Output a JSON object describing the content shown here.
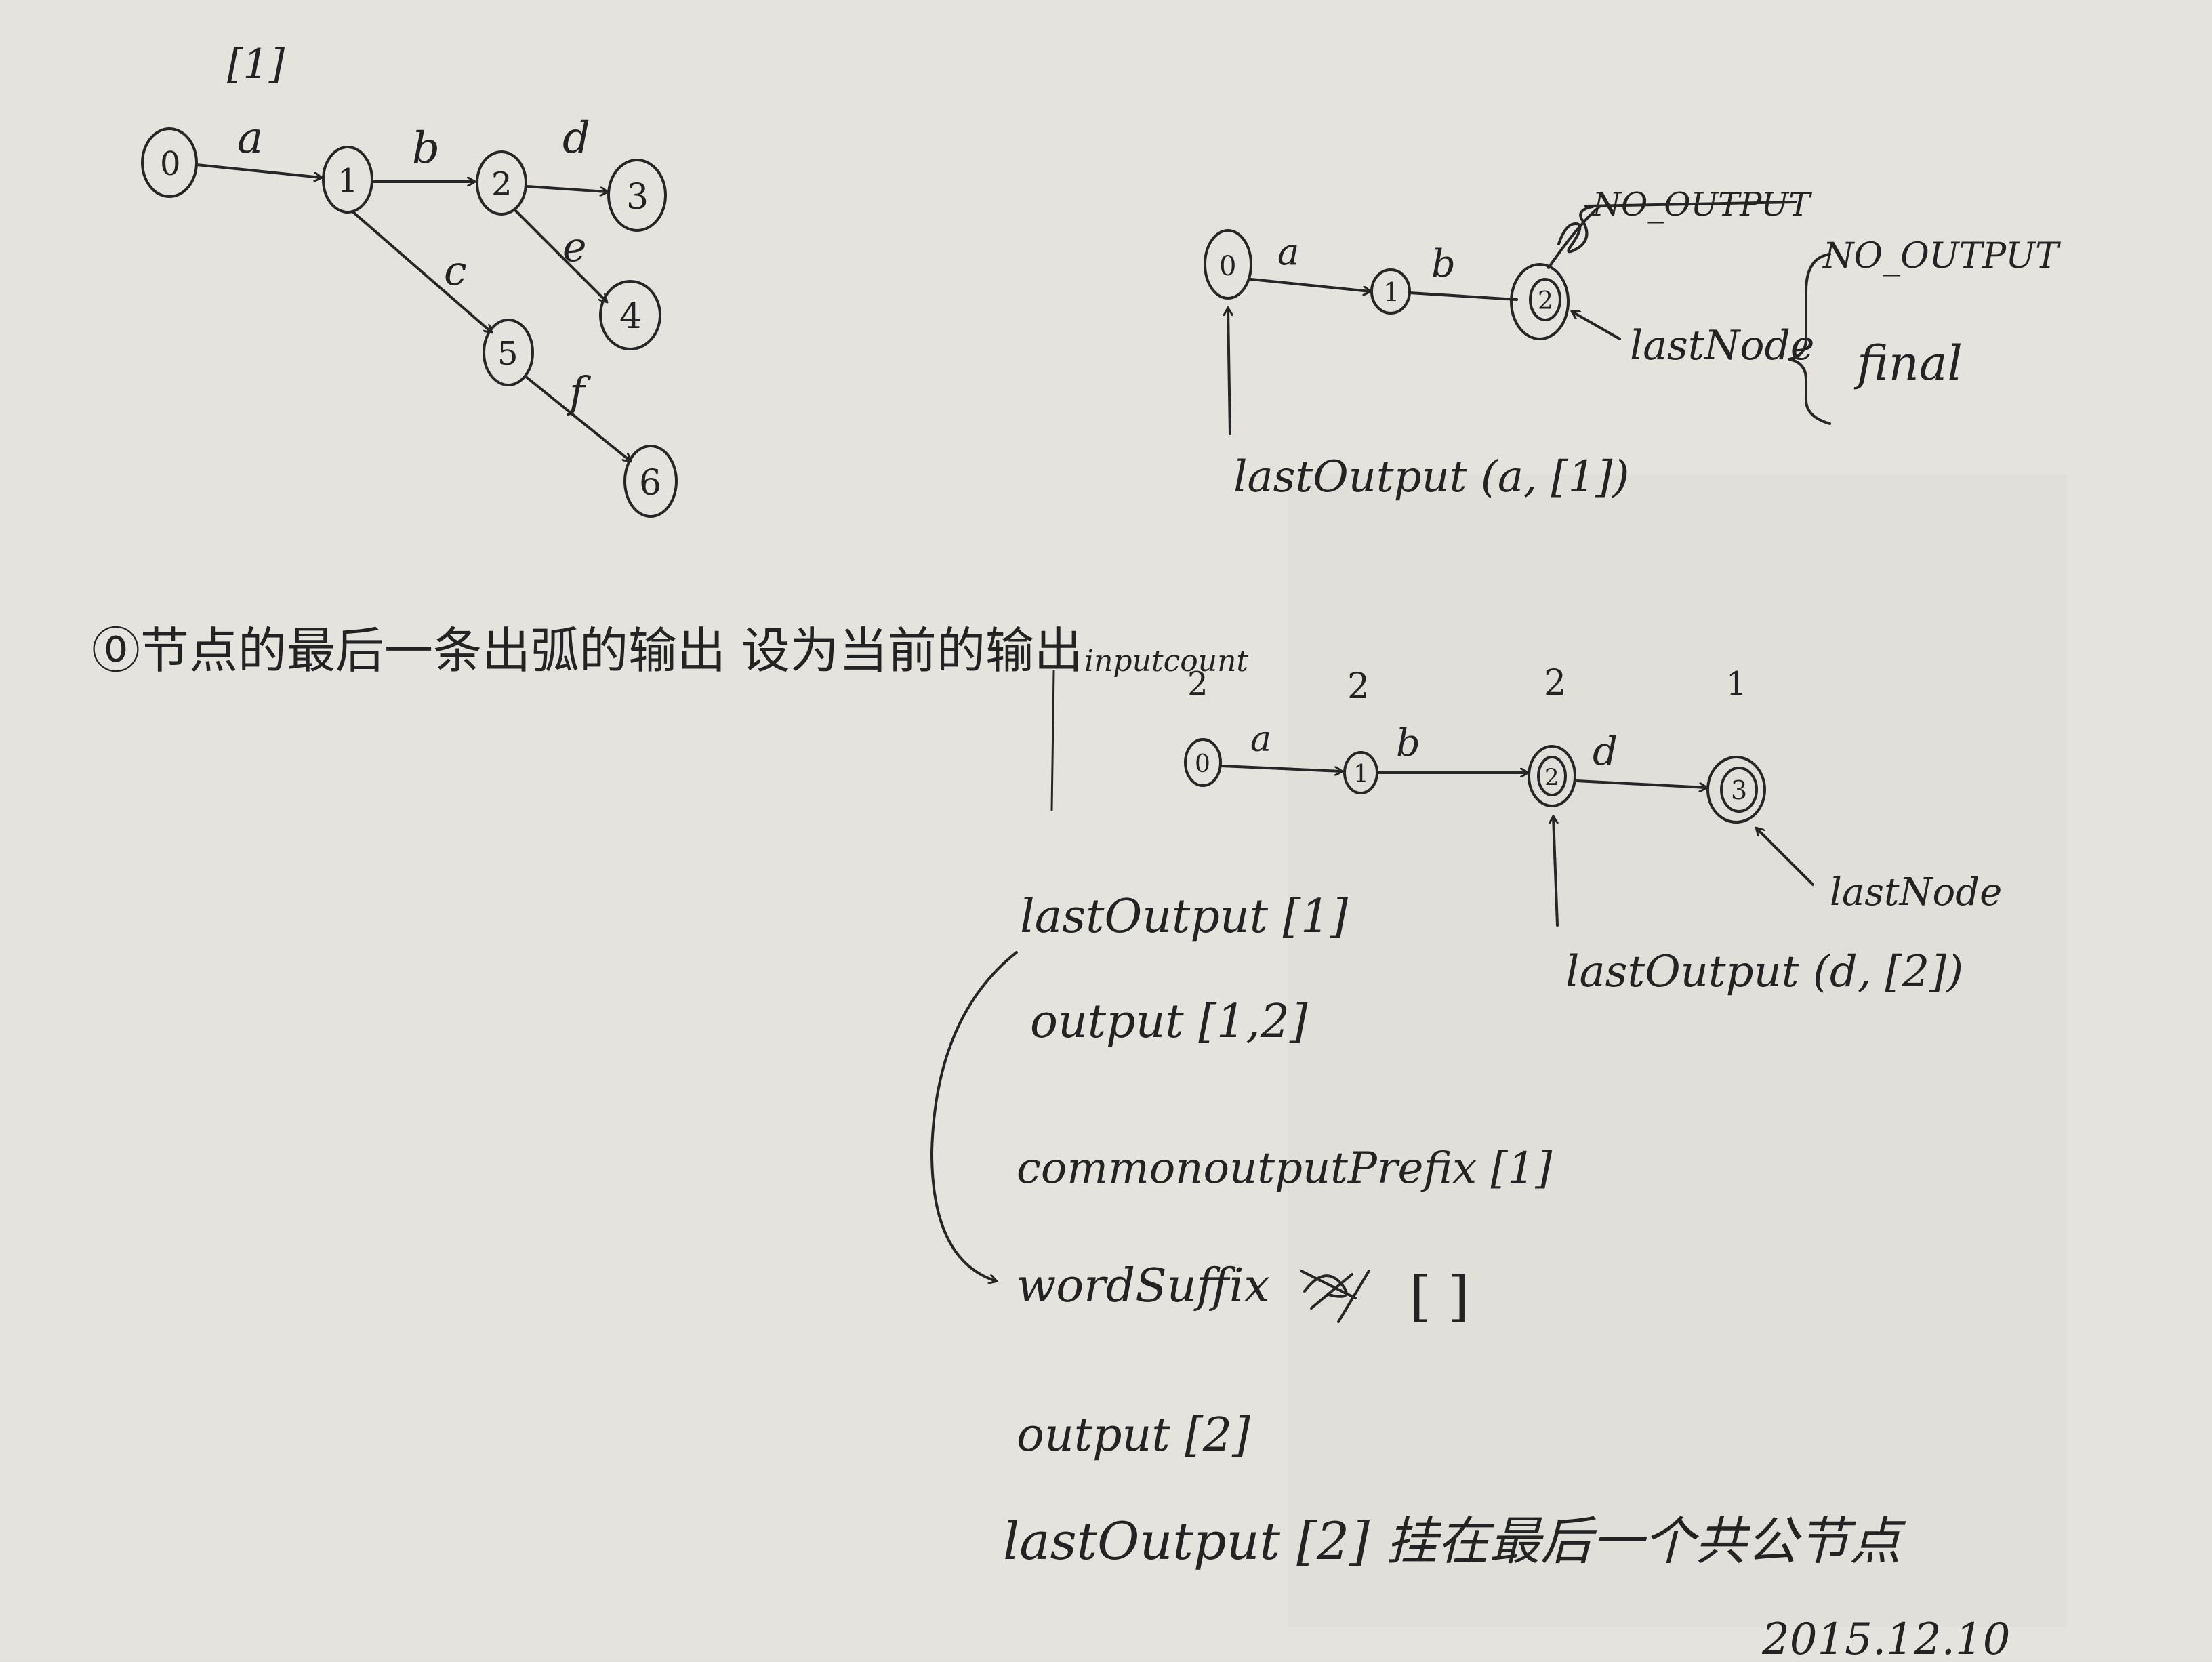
{
  "paper_color": "#e3e2dc",
  "ink_color": "#262626",
  "diagram1": {
    "output_note": "[1]",
    "nodes": [
      "0",
      "1",
      "2",
      "3",
      "4",
      "5",
      "6"
    ],
    "edges": [
      "a",
      "b",
      "d",
      "e",
      "c",
      "f"
    ]
  },
  "diagram2": {
    "nodes": [
      "0",
      "1",
      "2"
    ],
    "edges": [
      "a",
      "b"
    ],
    "struck_label": "NO_OUTPUT",
    "last_node": "lastNode",
    "brace_top": "NO_OUTPUT",
    "brace_bottom": "final",
    "last_output": "lastOutput (a, [1])"
  },
  "note": "⓪节点的最后一条出弧的输出 设为当前的输出",
  "diagram3": {
    "input_label": "inputcount",
    "counts": [
      "2",
      "2",
      "2",
      "1"
    ],
    "nodes": [
      "0",
      "1",
      "2",
      "3"
    ],
    "edges": [
      "a",
      "b",
      "d"
    ],
    "last_node": "lastNode",
    "last_output": "lastOutput (d, [2])"
  },
  "calc": {
    "last_output": "lastOutput [1]",
    "output": "output [1,2]",
    "common_prefix": "commonoutputPrefix [1]",
    "word_suffix": "wordSuffix",
    "word_suffix_value": "[ ]",
    "output2": "output [2]",
    "last_output2": "lastOutput [2] 挂在最后一个共公节点"
  },
  "date": "2015.12.10"
}
